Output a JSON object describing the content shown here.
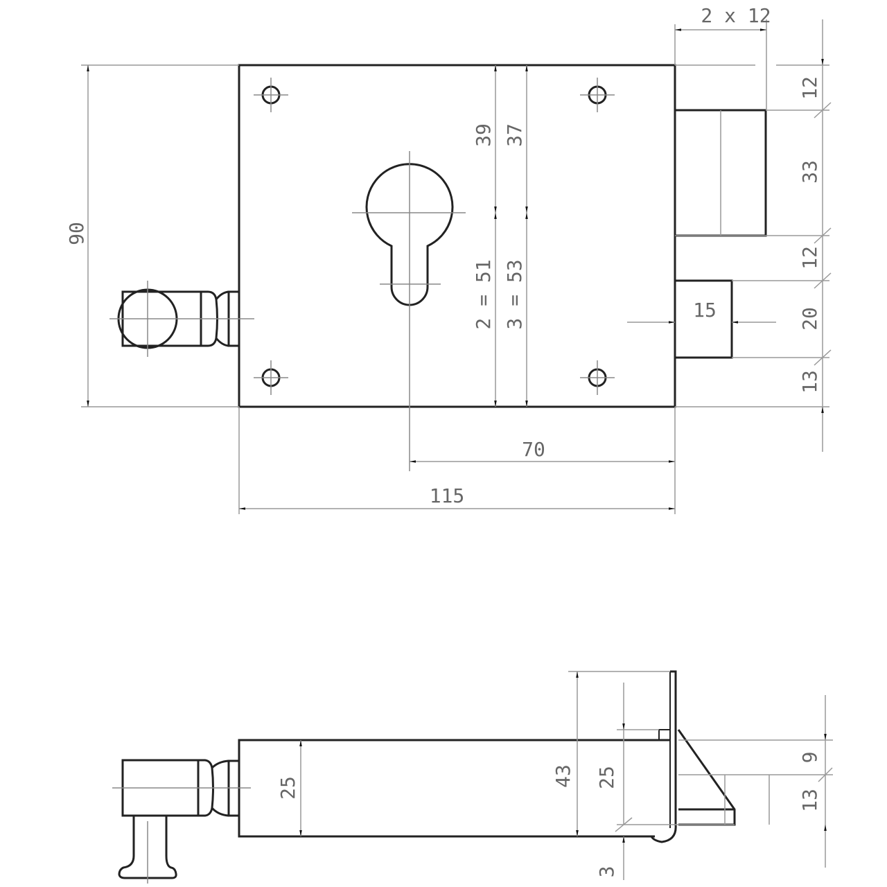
{
  "drawing": {
    "front_view": {
      "height": "90",
      "top_backset": "39",
      "top_backset_alt": "37",
      "lower_2": "2 = 51",
      "lower_3": "3 = 53",
      "backset": "70",
      "width": "115",
      "bolt_throw": "2 x 12",
      "latch_width": "15",
      "right_chain": [
        "12",
        "33",
        "12",
        "20",
        "13"
      ]
    },
    "side_view": {
      "depth_left": "25",
      "faceplate_height": "43",
      "depth_right": "25",
      "offset": "3",
      "right_chain": [
        "9",
        "13"
      ]
    }
  }
}
